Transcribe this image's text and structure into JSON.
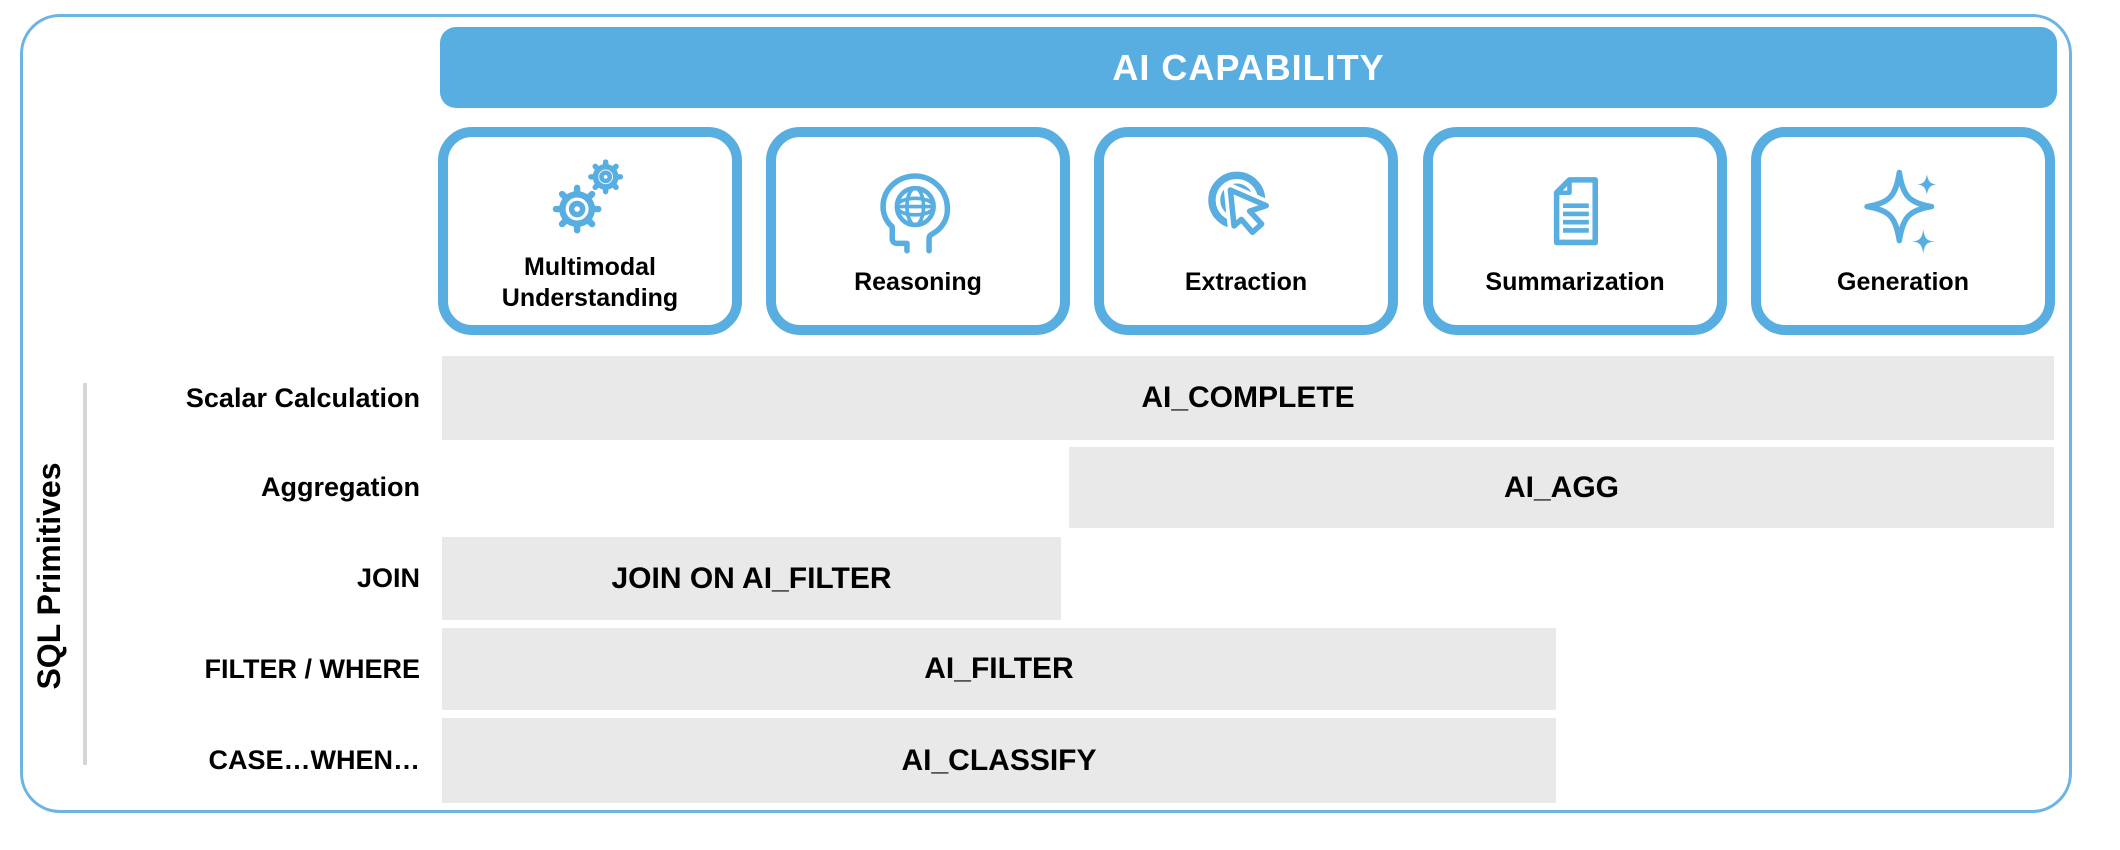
{
  "header": {
    "title": "AI CAPABILITY"
  },
  "capabilities": [
    {
      "label": "Multimodal Understanding",
      "icon": "gears-icon"
    },
    {
      "label": "Reasoning",
      "icon": "head-globe-icon"
    },
    {
      "label": "Extraction",
      "icon": "cursor-click-icon"
    },
    {
      "label": "Summarization",
      "icon": "document-icon"
    },
    {
      "label": "Generation",
      "icon": "sparkles-icon"
    }
  ],
  "axis": {
    "label": "SQL Primitives"
  },
  "rows": [
    {
      "label": "Scalar Calculation",
      "bar": "AI_COMPLETE"
    },
    {
      "label": "Aggregation",
      "bar": "AI_AGG"
    },
    {
      "label": "JOIN",
      "bar": "JOIN ON AI_FILTER"
    },
    {
      "label": "FILTER / WHERE",
      "bar": "AI_FILTER"
    },
    {
      "label": "CASE…WHEN…",
      "bar": "AI_CLASSIFY"
    }
  ],
  "colors": {
    "accent_blue": "#58ADE1",
    "outer_border_blue": "#6CB4E4",
    "bar_gray": "#E9E9E9",
    "axis_line_gray": "#D6D6D6",
    "header_text": "#FFFFFF",
    "body_text": "#000000"
  }
}
